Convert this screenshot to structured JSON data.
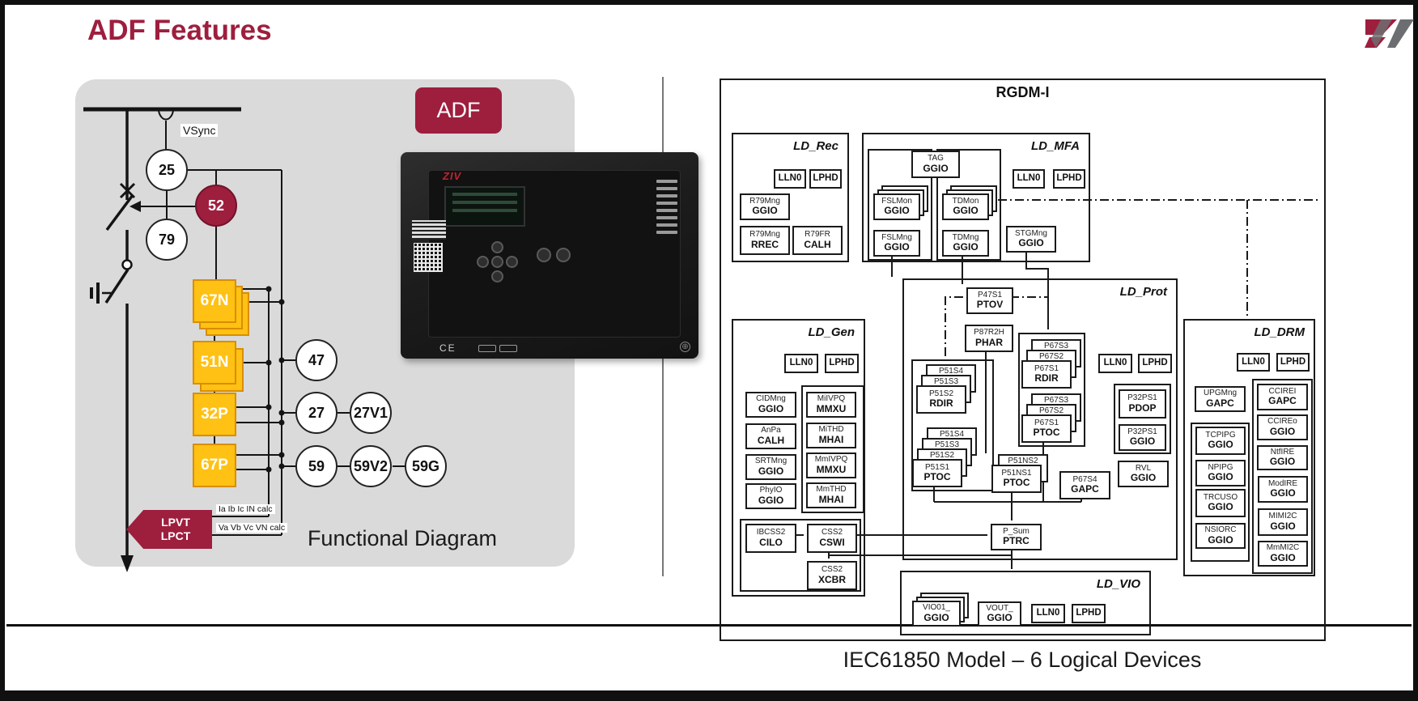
{
  "slide": {
    "title": "ADF Features",
    "adf_badge": "ADF",
    "left_caption": "Functional Diagram",
    "right_caption": "IEC61850 Model – 6 Logical Devices"
  },
  "logo": {
    "text": "ZIV"
  },
  "colors": {
    "accent": "#9E1E3E",
    "relay_yellow": "#FFC113",
    "panel_gray": "#DADADA"
  },
  "functional": {
    "vsync": "VSync",
    "c25": "25",
    "c79": "79",
    "c52": "52",
    "c47": "47",
    "c27": "27",
    "c27v1": "27V1",
    "c59": "59",
    "c59v2": "59V2",
    "c59g": "59G",
    "r67n": "67N",
    "r51n": "51N",
    "r32p": "32P",
    "r67p": "67P",
    "lpvt": "LPVT",
    "lpct": "LPCT",
    "i_label": "Ia Ib Ic IN calc",
    "v_label": "Va Vb Vc VN calc"
  },
  "device": {
    "brand": "ZIV",
    "ce": "CE"
  },
  "rgdm": {
    "title": "RGDM-I",
    "rec": {
      "t": "LD_Rec",
      "lln0": "LLN0",
      "lphd": "LPHD",
      "r79mng_a": "R79Mng",
      "r79mng_b": "GGIO",
      "rrec_a": "R79Mng",
      "rrec_b": "RREC",
      "calh_a": "R79FR",
      "calh_b": "CALH"
    },
    "mfa": {
      "t": "LD_MFA",
      "lln0": "LLN0",
      "lphd": "LPHD",
      "tag_a": "TAG",
      "tag_b": "GGIO",
      "fslmon_a": "FSLMon",
      "fslmon_b": "GGIO",
      "tdmon_a": "TDMon",
      "tdmon_b": "GGIO",
      "fslmng_a": "FSLMng",
      "fslmng_b": "GGIO",
      "tdmng_a": "TDMng",
      "tdmng_b": "GGIO",
      "stgmng_a": "STGMng",
      "stgmng_b": "GGIO"
    },
    "gen": {
      "t": "LD_Gen",
      "lln0": "LLN0",
      "lphd": "LPHD",
      "cidmng_a": "CIDMng",
      "cidmng_b": "GGIO",
      "anpa_a": "AnPa",
      "anpa_b": "CALH",
      "srtmng_a": "SRTMng",
      "srtmng_b": "GGIO",
      "phyio_a": "PhyIO",
      "phyio_b": "GGIO",
      "miivpq_a": "MiIVPQ",
      "miivpq_b": "MMXU",
      "mithd_a": "MiTHD",
      "mithd_b": "MHAI",
      "mmivpq_a": "MmIVPQ",
      "mmivpq_b": "MMXU",
      "mmthd_a": "MmTHD",
      "mmthd_b": "MHAI",
      "cilo_a": "IBCSS2",
      "cilo_b": "CILO",
      "cswi_a": "CSS2",
      "cswi_b": "CSWI",
      "xcbr_a": "CSS2",
      "xcbr_b": "XCBR"
    },
    "prot": {
      "t": "LD_Prot",
      "lln0": "LLN0",
      "lphd": "LPHD",
      "ptov_a": "P47S1",
      "ptov_b": "PTOV",
      "phar_a": "P87R2H",
      "phar_b": "PHAR",
      "p51rdir": {
        "g2": "P51S4",
        "g1": "P51S3",
        "fa": "P51S2",
        "fb": "RDIR"
      },
      "p51ptoc": {
        "g3": "P51S4",
        "g2": "P51S3",
        "g1": "P51S2",
        "fa": "P51S1",
        "fb": "PTOC"
      },
      "p67rdir": {
        "g2": "P67S3",
        "g1": "P67S2",
        "fa": "P67S1",
        "fb": "RDIR"
      },
      "p67ptoc": {
        "g2": "P67S3",
        "g1": "P67S2",
        "fa": "P67S1",
        "fb": "PTOC"
      },
      "p51ns": {
        "g1": "P51NS2",
        "fa": "P51NS1",
        "fb": "PTOC"
      },
      "gapc_a": "P67S4",
      "gapc_b": "GAPC",
      "pdop_a": "P32PS1",
      "pdop_b": "PDOP",
      "p32ggio_a": "P32PS1",
      "p32ggio_b": "GGIO",
      "rvl_a": "RVL",
      "rvl_b": "GGIO",
      "psum_a": "P_Sum",
      "psum_b": "PTRC"
    },
    "drm": {
      "t": "LD_DRM",
      "lln0": "LLN0",
      "lphd": "LPHD",
      "upgmng_a": "UPGMng",
      "upgmng_b": "GAPC",
      "tcpipg_a": "TCPIPG",
      "tcpipg_b": "GGIO",
      "npipg_a": "NPIPG",
      "npipg_b": "GGIO",
      "trcuso_a": "TRCUSO",
      "trcuso_b": "GGIO",
      "nsiorc_a": "NSIORC",
      "nsiorc_b": "GGIO",
      "ccirei_a": "CCIREI",
      "ccirei_b": "GAPC",
      "ccireo_a": "CCIREo",
      "ccireo_b": "GGIO",
      "ntfire_a": "NtfIRE",
      "ntfire_b": "GGIO",
      "modire_a": "ModIRE",
      "modire_b": "GGIO",
      "mimi2c_a": "MIMI2C",
      "mimi2c_b": "GGIO",
      "mmmi2c_a": "MmMI2C",
      "mmmi2c_b": "GGIO"
    },
    "vio": {
      "t": "LD_VIO",
      "lln0": "LLN0",
      "lphd": "LPHD",
      "vio01_a": "VIO01_",
      "vio01_b": "GGIO",
      "vout_a": "VOUT_",
      "vout_b": "GGIO"
    }
  }
}
